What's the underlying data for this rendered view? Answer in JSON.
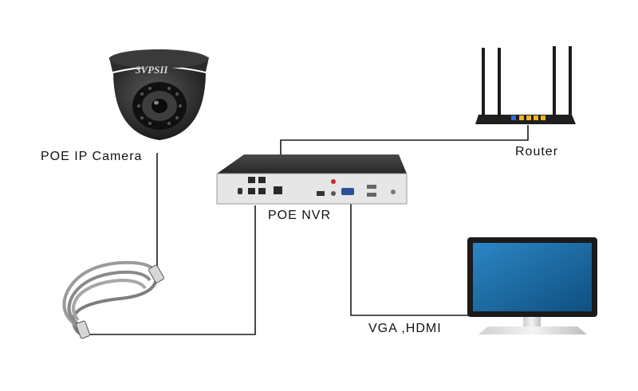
{
  "labels": {
    "camera": "POE IP Camera",
    "router": "Router",
    "nvr": "POE NVR",
    "video_out": "VGA ,HDMI"
  },
  "camera_brand": "3VPSII",
  "icons": [
    "dome-camera-icon",
    "router-icon",
    "nvr-recorder-icon",
    "ethernet-cable-icon",
    "monitor-icon"
  ],
  "colors": {
    "wire": "#1a1a1a",
    "device_dark": "#2b2b2b",
    "nvr_front": "#e6e6e6",
    "screen": "#1f6fa6",
    "cable_gray": "#8c8c8c",
    "router_lan_port": "#f0b429",
    "router_wan_port": "#2f6fd1"
  }
}
